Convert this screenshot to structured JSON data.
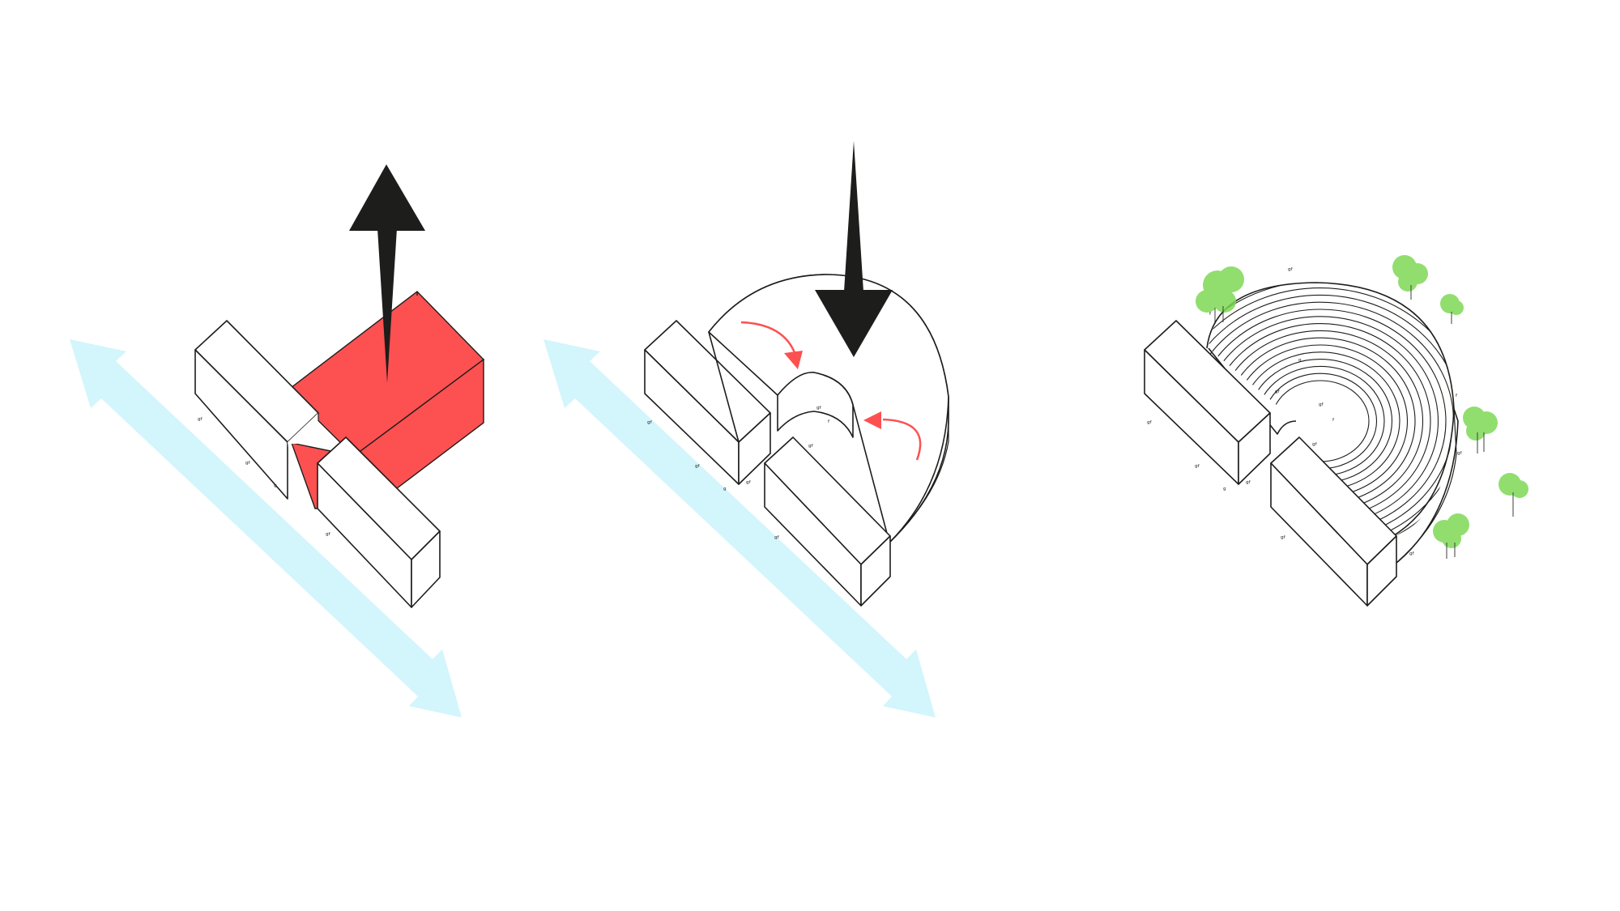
{
  "colors": {
    "background": "#ffffff",
    "outline": "#1d1d1b",
    "highlight_volume": "#fd5051",
    "flow_arrow": "#d3f5fc",
    "rotation_arrow": "#fd5051",
    "tree": "#7ed957"
  },
  "panels": [
    {
      "name": "step-1",
      "elements": [
        "two-slab-buildings",
        "red-central-volume",
        "up-arrow",
        "flow-arrow"
      ]
    },
    {
      "name": "step-2",
      "elements": [
        "two-slab-buildings",
        "circular-volume",
        "down-arrow",
        "rotation-arrows",
        "flow-arrow"
      ]
    },
    {
      "name": "step-3",
      "elements": [
        "two-slab-buildings",
        "stepped-amphitheater",
        "trees"
      ]
    }
  ]
}
